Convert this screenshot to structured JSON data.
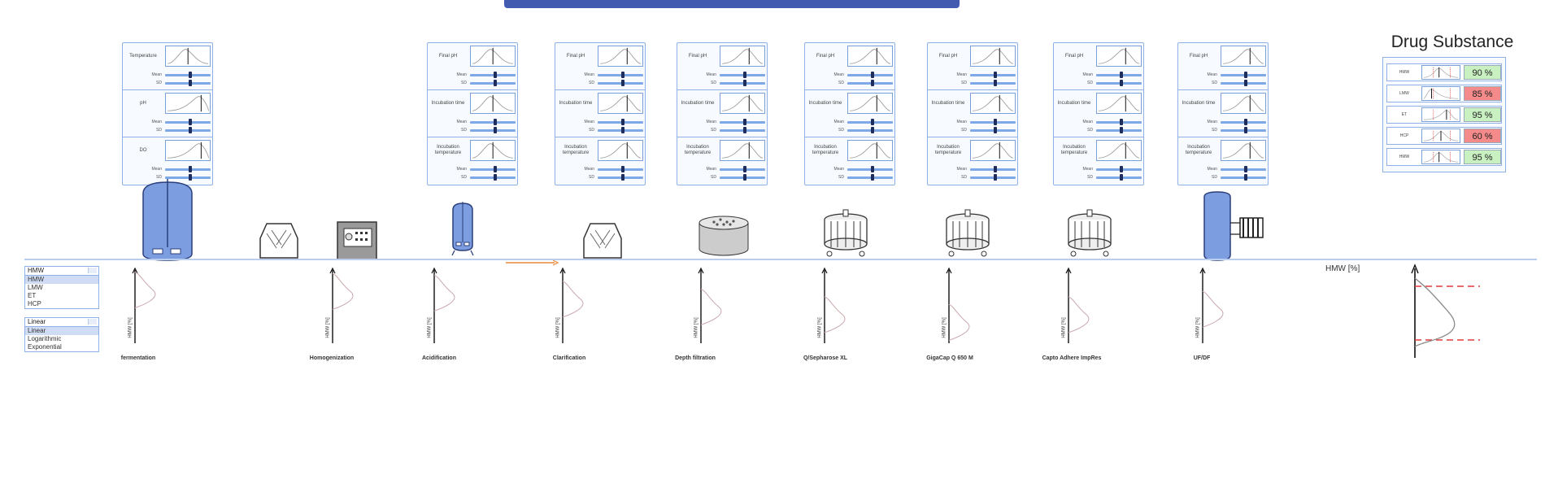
{
  "stage_cards": [
    {
      "params": [
        {
          "label": "Temperature",
          "slider_labels": [
            "Mean",
            "SD"
          ],
          "mean": 0.55,
          "sd": 0.55,
          "peak": 0.45
        },
        {
          "label": "pH",
          "slider_labels": [
            "Mean",
            "SD"
          ],
          "mean": 0.55,
          "sd": 0.55,
          "peak": 0.75
        },
        {
          "label": "DO",
          "slider_labels": [
            "Mean",
            "SD"
          ],
          "mean": 0.55,
          "sd": 0.55,
          "peak": 0.75
        }
      ]
    },
    {
      "params": [
        {
          "label": "Final pH",
          "slider_labels": [
            "Mean",
            "SD"
          ],
          "mean": 0.55,
          "sd": 0.55,
          "peak": 0.45
        },
        {
          "label": "Incubation time",
          "slider_labels": [
            "Mean",
            "SD"
          ],
          "mean": 0.55,
          "sd": 0.55,
          "peak": 0.45
        },
        {
          "label": "Incubation temperature",
          "slider_labels": [
            "Mean",
            "SD"
          ],
          "mean": 0.55,
          "sd": 0.55,
          "peak": 0.45
        }
      ]
    },
    {
      "params": [
        {
          "label": "Final pH",
          "slider_labels": [
            "Mean",
            "SD"
          ],
          "mean": 0.55,
          "sd": 0.55,
          "peak": 0.6
        },
        {
          "label": "Incubation time",
          "slider_labels": [
            "Mean",
            "SD"
          ],
          "mean": 0.55,
          "sd": 0.55,
          "peak": 0.6
        },
        {
          "label": "Incubation temperature",
          "slider_labels": [
            "Mean",
            "SD"
          ],
          "mean": 0.55,
          "sd": 0.55,
          "peak": 0.6
        }
      ]
    },
    {
      "params": [
        {
          "label": "Final pH",
          "slider_labels": [
            "Mean",
            "SD"
          ],
          "mean": 0.55,
          "sd": 0.55,
          "peak": 0.6
        },
        {
          "label": "Incubation time",
          "slider_labels": [
            "Mean",
            "SD"
          ],
          "mean": 0.55,
          "sd": 0.55,
          "peak": 0.6
        },
        {
          "label": "Incubation temperature",
          "slider_labels": [
            "Mean",
            "SD"
          ],
          "mean": 0.55,
          "sd": 0.55,
          "peak": 0.6
        }
      ]
    },
    {
      "params": [
        {
          "label": "Final pH",
          "slider_labels": [
            "Mean",
            "SD"
          ],
          "mean": 0.55,
          "sd": 0.55,
          "peak": 0.6
        },
        {
          "label": "Incubation time",
          "slider_labels": [
            "Mean",
            "SD"
          ],
          "mean": 0.55,
          "sd": 0.55,
          "peak": 0.6
        },
        {
          "label": "Incubation temperature",
          "slider_labels": [
            "Mean",
            "SD"
          ],
          "mean": 0.55,
          "sd": 0.55,
          "peak": 0.6
        }
      ]
    },
    {
      "params": [
        {
          "label": "Final pH",
          "slider_labels": [
            "Mean",
            "SD"
          ],
          "mean": 0.55,
          "sd": 0.55,
          "peak": 0.6
        },
        {
          "label": "Incubation time",
          "slider_labels": [
            "Mean",
            "SD"
          ],
          "mean": 0.55,
          "sd": 0.55,
          "peak": 0.6
        },
        {
          "label": "Incubation temperature",
          "slider_labels": [
            "Mean",
            "SD"
          ],
          "mean": 0.55,
          "sd": 0.55,
          "peak": 0.6
        }
      ]
    },
    {
      "params": [
        {
          "label": "Final pH",
          "slider_labels": [
            "Mean",
            "SD"
          ],
          "mean": 0.55,
          "sd": 0.55,
          "peak": 0.6
        },
        {
          "label": "Incubation time",
          "slider_labels": [
            "Mean",
            "SD"
          ],
          "mean": 0.55,
          "sd": 0.55,
          "peak": 0.6
        },
        {
          "label": "Incubation temperature",
          "slider_labels": [
            "Mean",
            "SD"
          ],
          "mean": 0.55,
          "sd": 0.55,
          "peak": 0.6
        }
      ]
    },
    {
      "params": [
        {
          "label": "Final pH",
          "slider_labels": [
            "Mean",
            "SD"
          ],
          "mean": 0.55,
          "sd": 0.55,
          "peak": 0.6
        },
        {
          "label": "Incubation time",
          "slider_labels": [
            "Mean",
            "SD"
          ],
          "mean": 0.55,
          "sd": 0.55,
          "peak": 0.6
        },
        {
          "label": "Incubation temperature",
          "slider_labels": [
            "Mean",
            "SD"
          ],
          "mean": 0.55,
          "sd": 0.55,
          "peak": 0.6
        }
      ]
    }
  ],
  "equipment": [
    {
      "icon": "bioreactor-icon"
    },
    {
      "icon": "homogenizer-icon"
    },
    {
      "icon": "control-box-icon"
    },
    {
      "icon": "small-vessel-icon"
    },
    {
      "icon": "flow-arrow-icon"
    },
    {
      "icon": "filter-housing-icon"
    },
    {
      "icon": "depth-filter-icon"
    },
    {
      "icon": "chromatography-column-icon"
    },
    {
      "icon": "chromatography-column-icon"
    },
    {
      "icon": "chromatography-column-icon"
    },
    {
      "icon": "ufdf-skid-icon"
    }
  ],
  "attribute_selector": {
    "selected": "HMW",
    "options": [
      "HMW",
      "LMW",
      "ET",
      "HCP"
    ]
  },
  "scale_selector": {
    "selected": "Linear",
    "options": [
      "Linear",
      "Logarithmic",
      "Exponential"
    ]
  },
  "stages": [
    {
      "label": "fermentation",
      "axis_label": "HMW [%]",
      "peak": 0.3
    },
    {
      "label": "Homogenization",
      "axis_label": "HMW [%]",
      "peak": 0.32
    },
    {
      "label": "Acidification",
      "axis_label": "HMW [%]",
      "peak": 0.34
    },
    {
      "label": "Clarification",
      "axis_label": "HMW [%]",
      "peak": 0.42
    },
    {
      "label": "Depth filtration",
      "axis_label": "HMW [%]",
      "peak": 0.52
    },
    {
      "label": "Q/Sepharose XL",
      "axis_label": "HMW [%]",
      "peak": 0.62
    },
    {
      "label": "GigaCap Q 650 M",
      "axis_label": "HMW [%]",
      "peak": 0.72
    },
    {
      "label": "Capto Adhere ImpRes",
      "axis_label": "HMW [%]",
      "peak": 0.62
    },
    {
      "label": "UF/DF",
      "axis_label": "HMW [%]",
      "peak": 0.55
    }
  ],
  "drug_substance": {
    "title": "Drug Substance",
    "rows": [
      {
        "name": "HMW",
        "value": "90 %",
        "status": "pass",
        "color": "#c8f0c0",
        "pos": 0.45
      },
      {
        "name": "LMW",
        "value": "85 %",
        "status": "fail",
        "color": "#f48a8a",
        "pos": 0.25
      },
      {
        "name": "ET",
        "value": "95 %",
        "status": "pass",
        "color": "#c8f0c0",
        "pos": 0.65
      },
      {
        "name": "HCP",
        "value": "60 %",
        "status": "fail",
        "color": "#f48a8a",
        "pos": 0.5
      },
      {
        "name": "HMW",
        "value": "95 %",
        "status": "pass",
        "color": "#c8f0c0",
        "pos": 0.45
      }
    ]
  },
  "final_plot": {
    "ylabel": "HMW [%]",
    "upper_limit": 0.25,
    "lower_limit": 0.8,
    "peak": 0.52,
    "limit_color": "#e03c3c"
  }
}
